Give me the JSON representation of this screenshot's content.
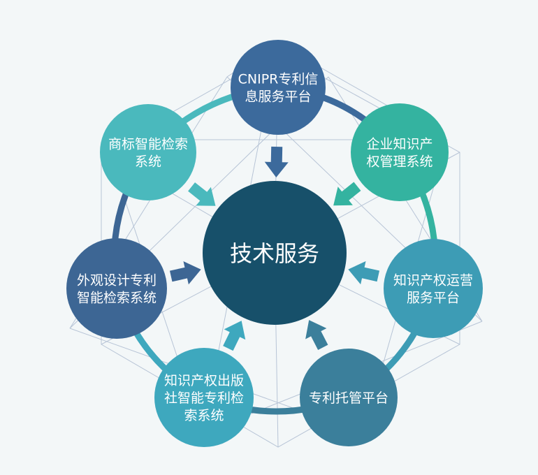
{
  "center": {
    "label": "技术服务",
    "color": "#17506a"
  },
  "nodes": [
    {
      "lines": [
        "CNIPR专利信",
        "息服务平台"
      ],
      "color": "#3c6a9c",
      "icon": "arrow-icon"
    },
    {
      "lines": [
        "企业知识产",
        "权管理系统"
      ],
      "color": "#34b3a0",
      "icon": "arrow-icon"
    },
    {
      "lines": [
        "知识产权运营",
        "服务平台"
      ],
      "color": "#3d9cb5",
      "icon": "arrow-icon"
    },
    {
      "lines": [
        "专利托管平台"
      ],
      "color": "#3b7f9b",
      "icon": "arrow-icon"
    },
    {
      "lines": [
        "知识产权出版",
        "社智能专利检",
        "索系统"
      ],
      "color": "#3ea8be",
      "icon": "arrow-icon"
    },
    {
      "lines": [
        "外观设计专利",
        "智能检索系统"
      ],
      "color": "#3d6694",
      "icon": "arrow-icon"
    },
    {
      "lines": [
        "商标智能检索",
        "系统"
      ],
      "color": "#4ab9bd",
      "icon": "arrow-icon"
    }
  ]
}
